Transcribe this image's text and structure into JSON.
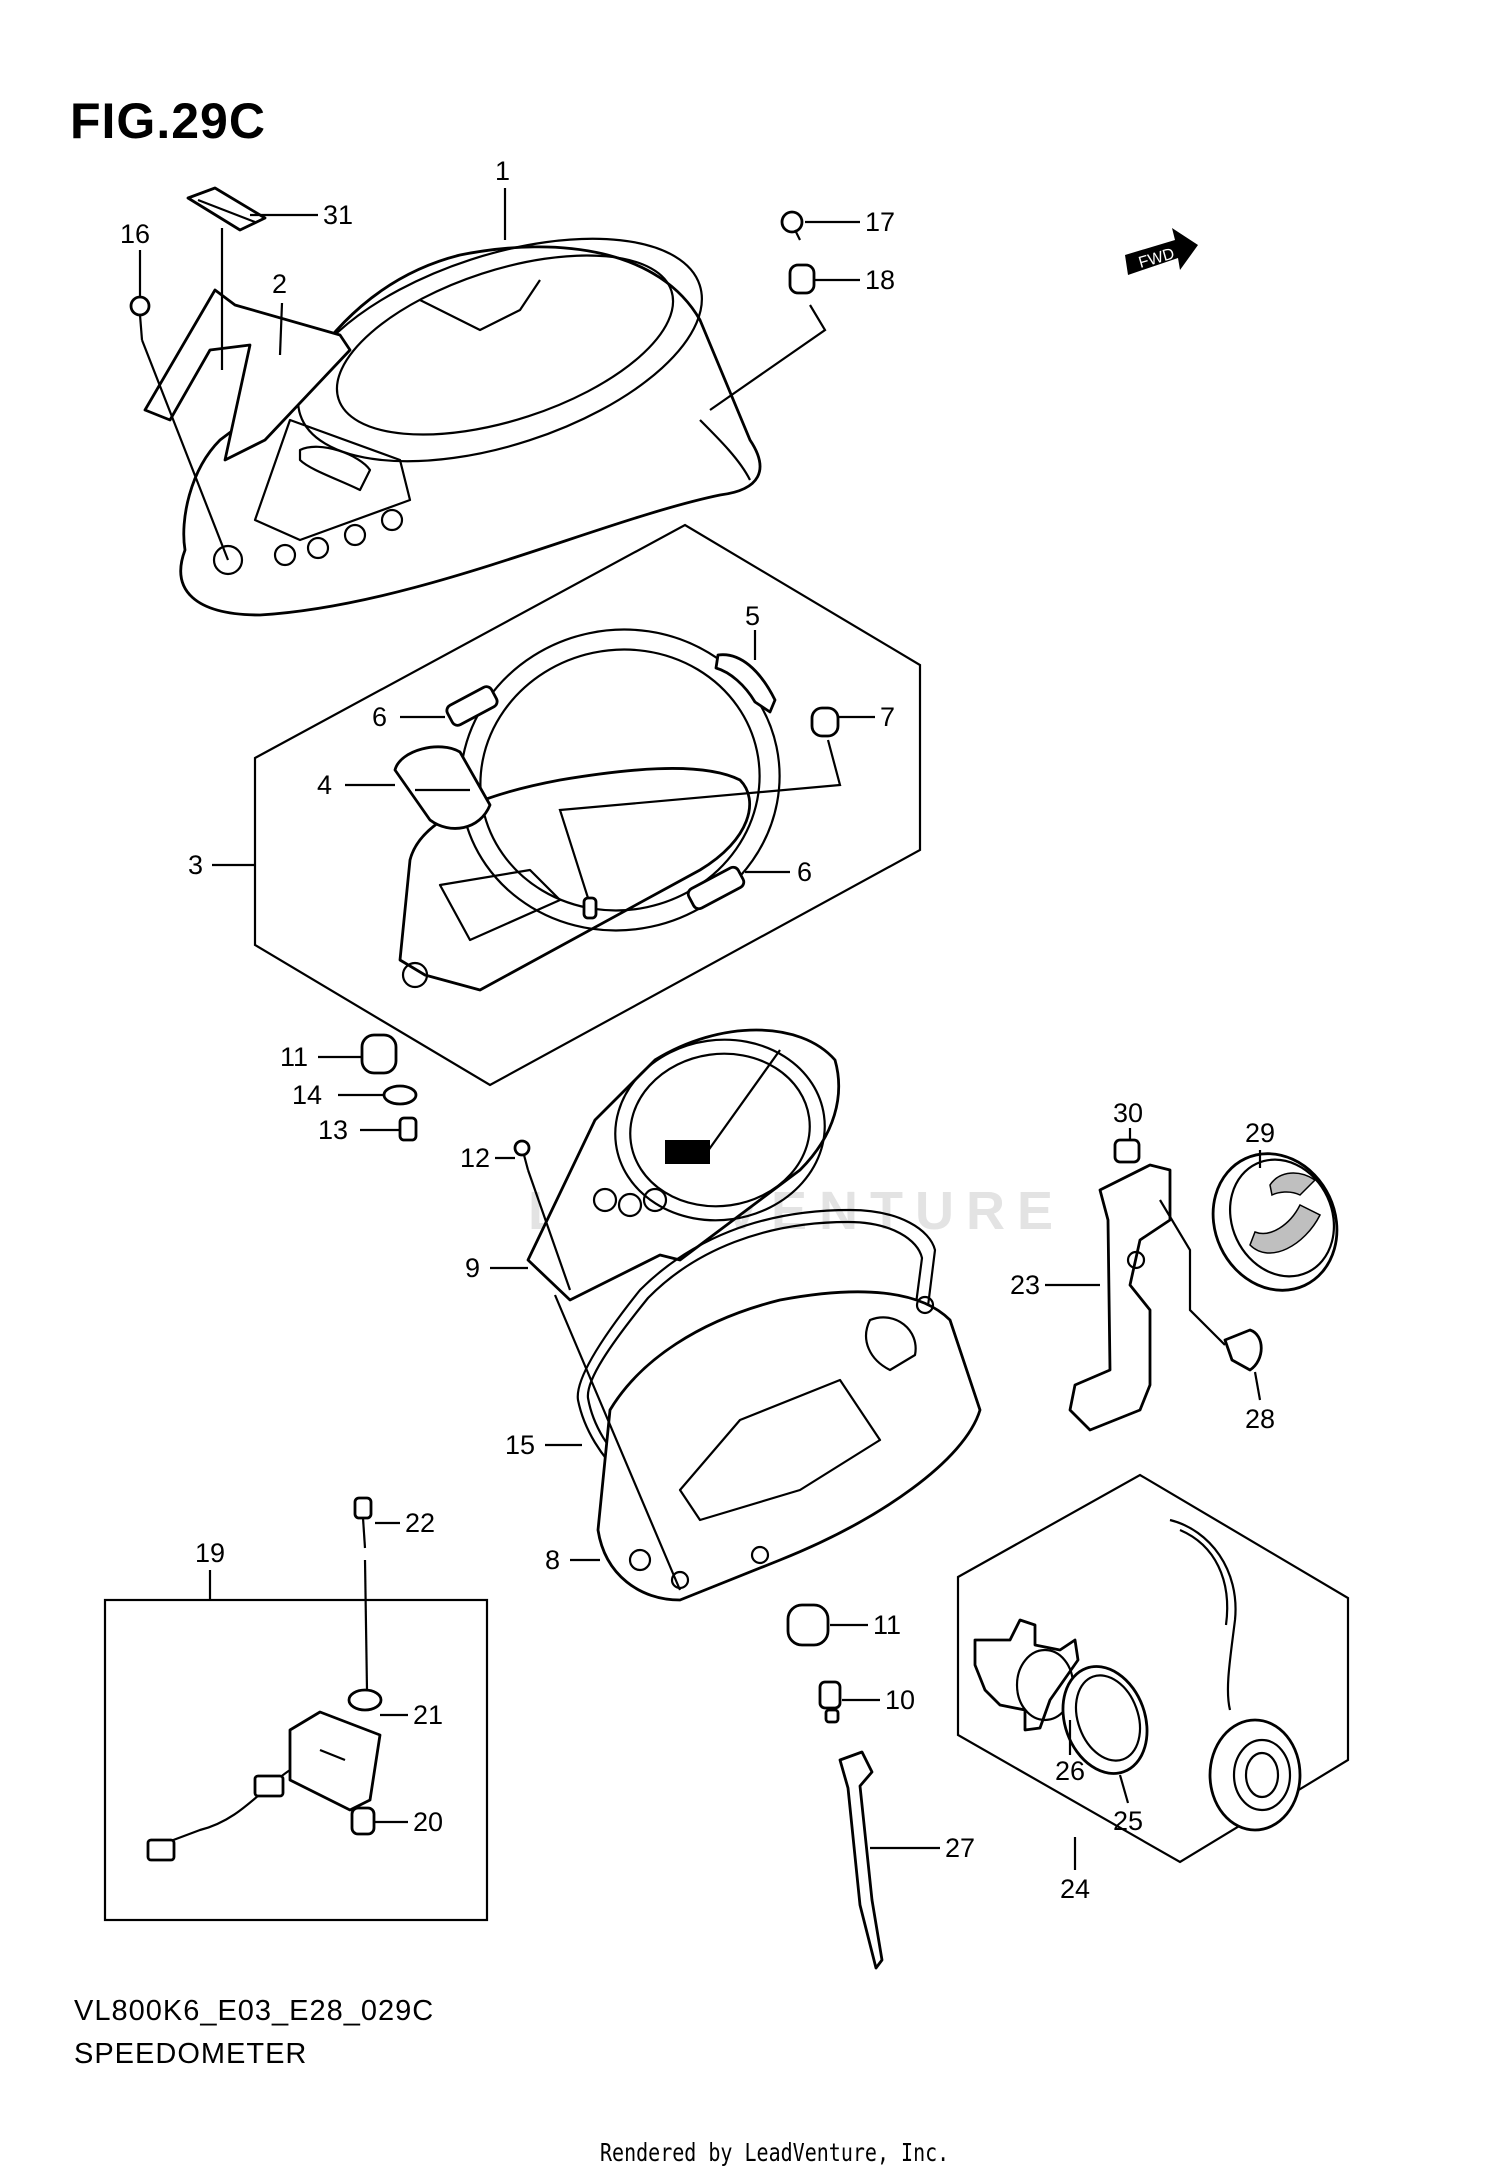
{
  "figure": {
    "title": "FIG.29C",
    "code": "VL800K6_E03_E28_029C",
    "caption": "SPEEDOMETER",
    "rendered_by": "Rendered by LeadVenture, Inc.",
    "watermark": "LEADVENTURE",
    "fwd_badge": "FWD"
  },
  "callouts": [
    "1",
    "2",
    "3",
    "4",
    "5",
    "6",
    "6",
    "7",
    "8",
    "9",
    "10",
    "11",
    "11",
    "12",
    "13",
    "14",
    "15",
    "16",
    "17",
    "18",
    "19",
    "20",
    "21",
    "22",
    "23",
    "24",
    "25",
    "26",
    "27",
    "28",
    "29",
    "30",
    "31"
  ]
}
